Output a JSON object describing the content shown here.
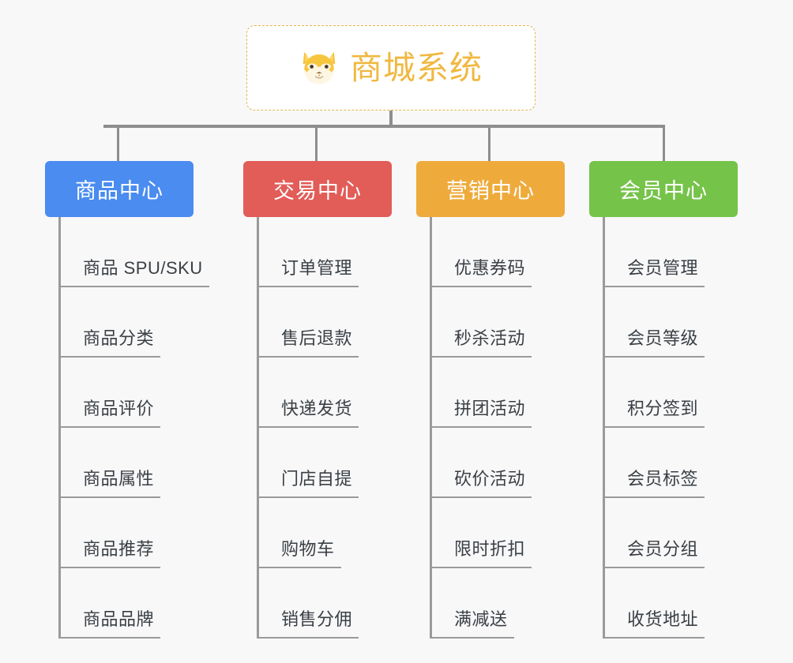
{
  "diagram": {
    "type": "mindmap",
    "background_color": "#f8f8f8",
    "root": {
      "title": "商城系统",
      "icon": "shiba-dog-face-icon",
      "text_color": "#f0b840",
      "border_color": "#e8b44a",
      "fill_color": "#ffffff"
    },
    "connector_color": "#8e8e8e",
    "branches": [
      {
        "label": "商品中心",
        "color": "#4a8cf0",
        "items": [
          "商品 SPU/SKU",
          "商品分类",
          "商品评价",
          "商品属性",
          "商品推荐",
          "商品品牌"
        ]
      },
      {
        "label": "交易中心",
        "color": "#e25c58",
        "items": [
          "订单管理",
          "售后退款",
          "快递发货",
          "门店自提",
          "购物车",
          "销售分佣"
        ]
      },
      {
        "label": "营销中心",
        "color": "#eeab3c",
        "items": [
          "优惠券码",
          "秒杀活动",
          "拼团活动",
          "砍价活动",
          "限时折扣",
          "满减送"
        ]
      },
      {
        "label": "会员中心",
        "color": "#76c34a",
        "items": [
          "会员管理",
          "会员等级",
          "积分签到",
          "会员标签",
          "会员分组",
          "收货地址"
        ]
      }
    ]
  }
}
